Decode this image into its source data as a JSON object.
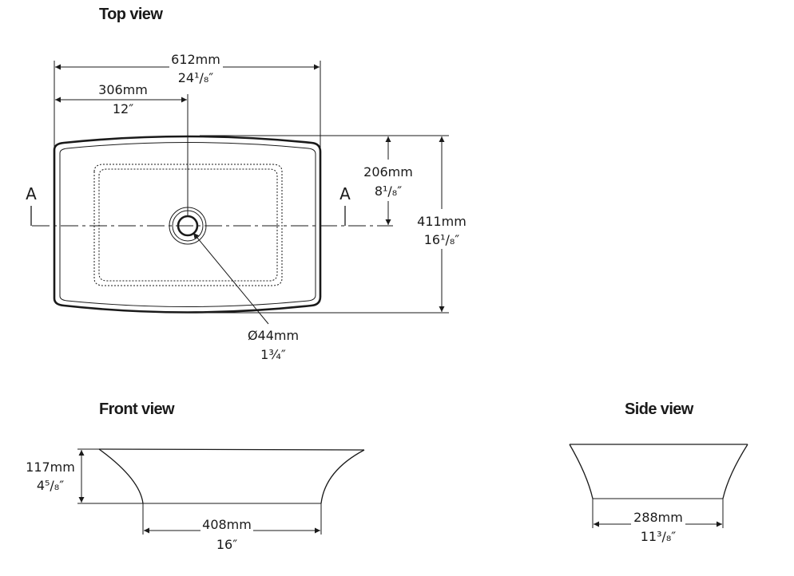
{
  "views": {
    "top": {
      "title": "Top view",
      "overall_width": {
        "metric": "612mm",
        "imperial": "24¹/₈″"
      },
      "center_offset": {
        "metric": "306mm",
        "imperial": "12″"
      },
      "drain_offset": {
        "metric": "206mm",
        "imperial": "8¹/₈″"
      },
      "overall_depth": {
        "metric": "411mm",
        "imperial": "16¹/₈″"
      },
      "drain_diameter": {
        "metric": "Ø44mm",
        "imperial": "1¾″"
      },
      "section_marker": "A"
    },
    "front": {
      "title": "Front view",
      "height": {
        "metric": "117mm",
        "imperial": "4⁵/₈″"
      },
      "base_width": {
        "metric": "408mm",
        "imperial": "16″"
      }
    },
    "side": {
      "title": "Side view",
      "base_width": {
        "metric": "288mm",
        "imperial": "11³/₈″"
      }
    }
  }
}
